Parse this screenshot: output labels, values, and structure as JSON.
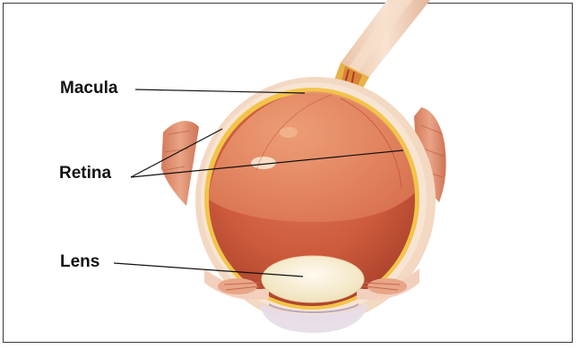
{
  "labels": {
    "macula": "Macula",
    "retina": "Retina",
    "lens": "Lens"
  },
  "colors": {
    "background": "#ffffff",
    "frame": "#3a3a3a",
    "eyeball_fill": "#c8553a",
    "vitreous_highlight": "#e98a62",
    "sclera": "#f3d6bc",
    "retina_layer": "#f2c44a",
    "lens": "#f7efcf",
    "muscle": "#d98a6a",
    "leader_line": "#111111"
  }
}
